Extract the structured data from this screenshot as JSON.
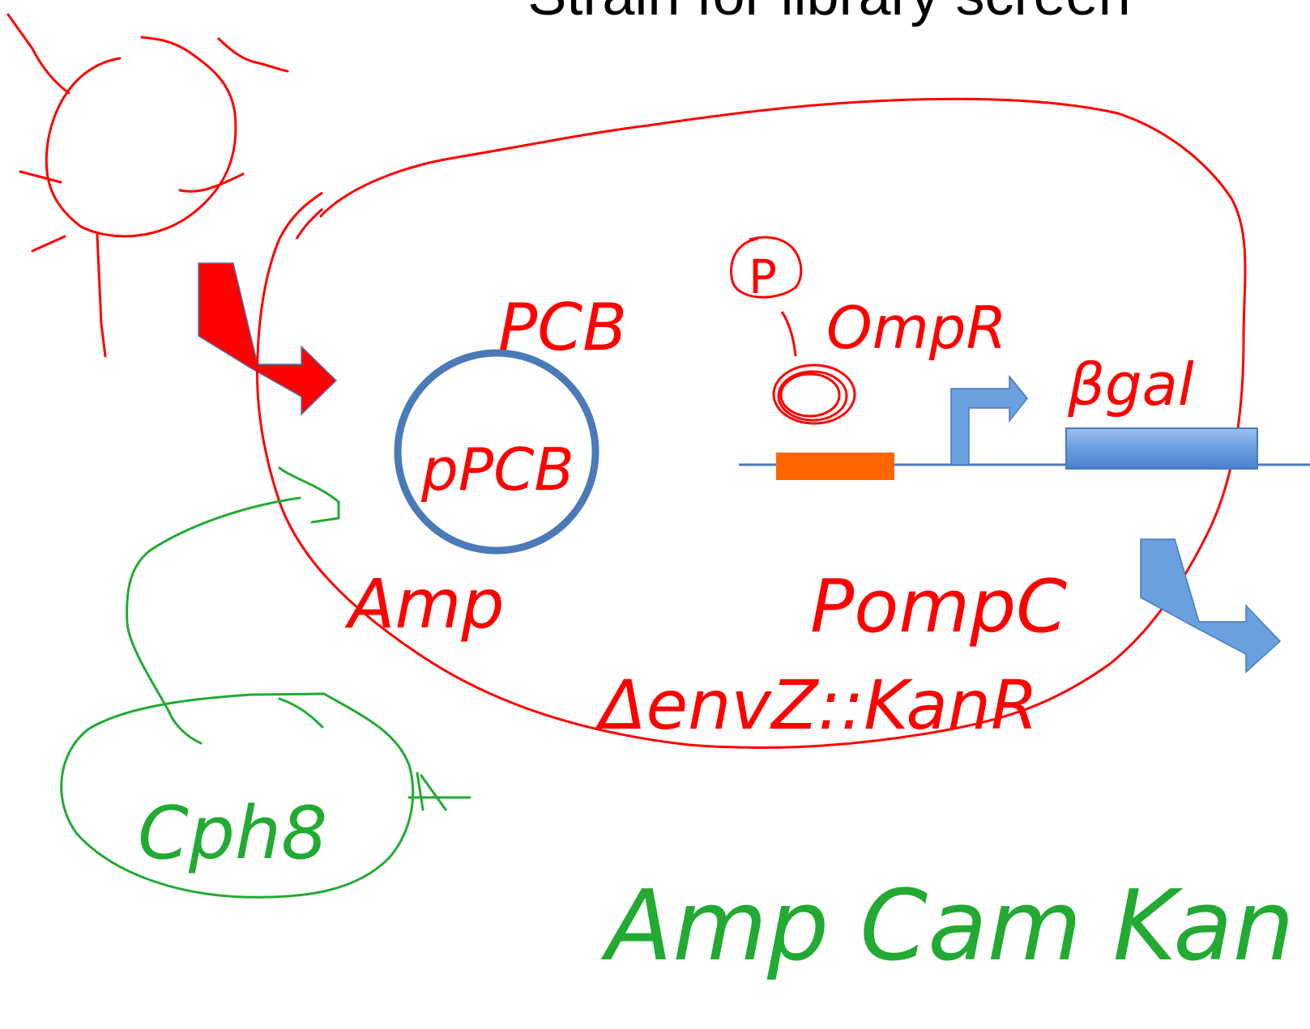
{
  "title": "Strain for library screen",
  "colors": {
    "cell_outline": "#ff0000",
    "plasmid_ring": "#4a7ab8",
    "dna_line": "#4a7ab8",
    "operator_box": "#ff6600",
    "promoter_arrow": "#6a9fe0",
    "gene_box": "#6a9fe0",
    "ink_red": "#ff0000",
    "ink_green": "#22aa33"
  },
  "icons": {
    "light_source": "sun-icon",
    "light_arrow": "bent-arrow-icon",
    "output_arrow": "bent-arrow-icon",
    "promoter": "promoter-arrow-icon"
  },
  "labels": {
    "pcb": "PCB",
    "plasmid": "pPCB",
    "phospho": "P",
    "ompr": "OmpR",
    "bgal": "βgal",
    "ompc": "PompC",
    "amp": "Amp",
    "envz": "ΔenvZ::KanR",
    "cph8": "Cph8",
    "resistances": "Amp Cam Kan"
  }
}
